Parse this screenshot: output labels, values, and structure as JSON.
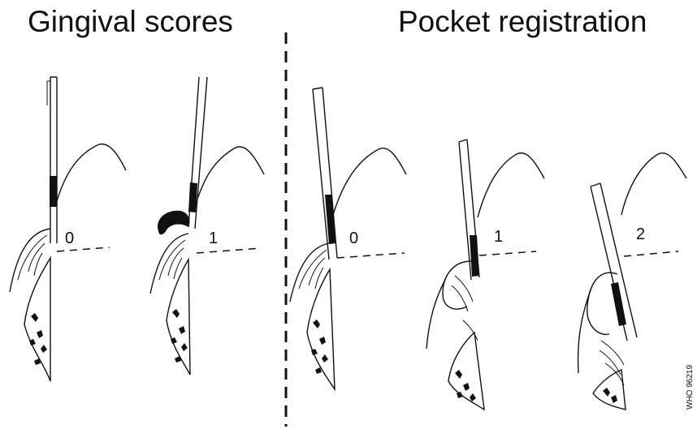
{
  "headings": {
    "gingival": "Gingival scores",
    "pocket": "Pocket registration"
  },
  "scores": {
    "g0": "0",
    "g1": "1",
    "p0": "0",
    "p1": "1",
    "p2": "2"
  },
  "figure_code": "WHO 96219"
}
